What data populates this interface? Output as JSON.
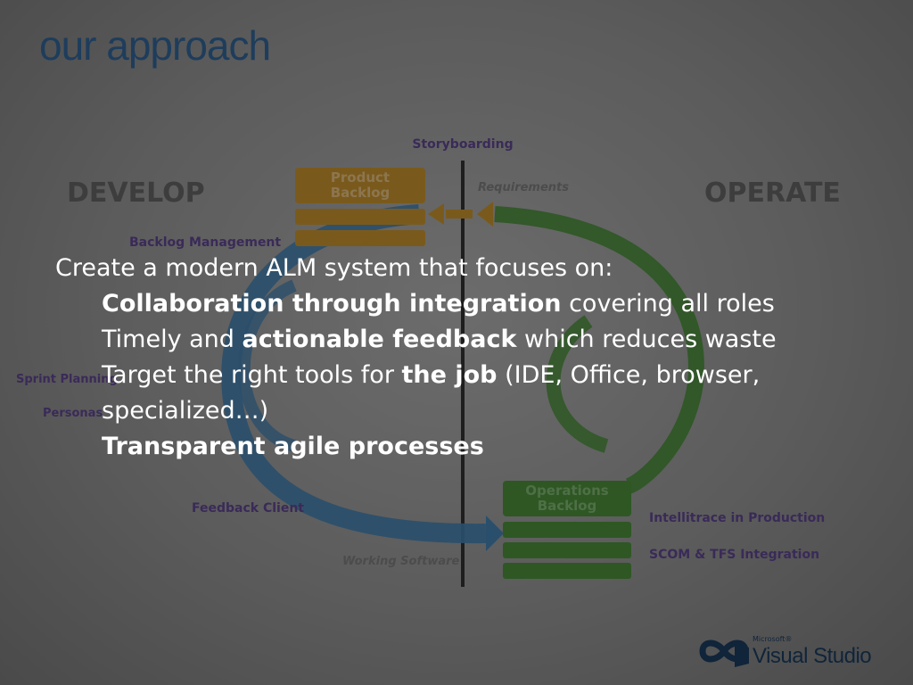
{
  "slide": {
    "title": "our approach"
  },
  "diagram": {
    "develop_heading": "DEVELOP",
    "operate_heading": "OPERATE",
    "storyboarding": "Storyboarding",
    "requirements": "Requirements",
    "product_backlog": [
      "Product",
      "Backlog"
    ],
    "backlog_management": "Backlog Management",
    "sprint_planning": "Sprint Planning",
    "personas": "Personas",
    "feedback_client": "Feedback Client",
    "working_software": "Working Software",
    "operations_backlog": [
      "Operations",
      "Backlog"
    ],
    "intellitrace": "Intellitrace in Production",
    "scom_tfs": "SCOM & TFS Integration",
    "colors": {
      "orange": "#7a5a1c",
      "green": "#2e5724",
      "blue": "#2a4f6c",
      "purple": "#3a2a58"
    }
  },
  "overlay": {
    "intro": "Create a modern ALM system that focuses on:",
    "points": [
      {
        "bold": "Collaboration through integration",
        "after": " covering all roles"
      },
      {
        "before": "Timely and ",
        "bold": "actionable feedback",
        "after": " which reduces waste"
      },
      {
        "before": "Target the right tools for ",
        "bold": "the job",
        "after": " (IDE, Office, browser, specialized…)"
      },
      {
        "bold": "Transparent agile processes"
      }
    ]
  },
  "logo": {
    "company": "Microsoft®",
    "product": "Visual Studio",
    "icon": "visual-studio-infinity-icon"
  }
}
